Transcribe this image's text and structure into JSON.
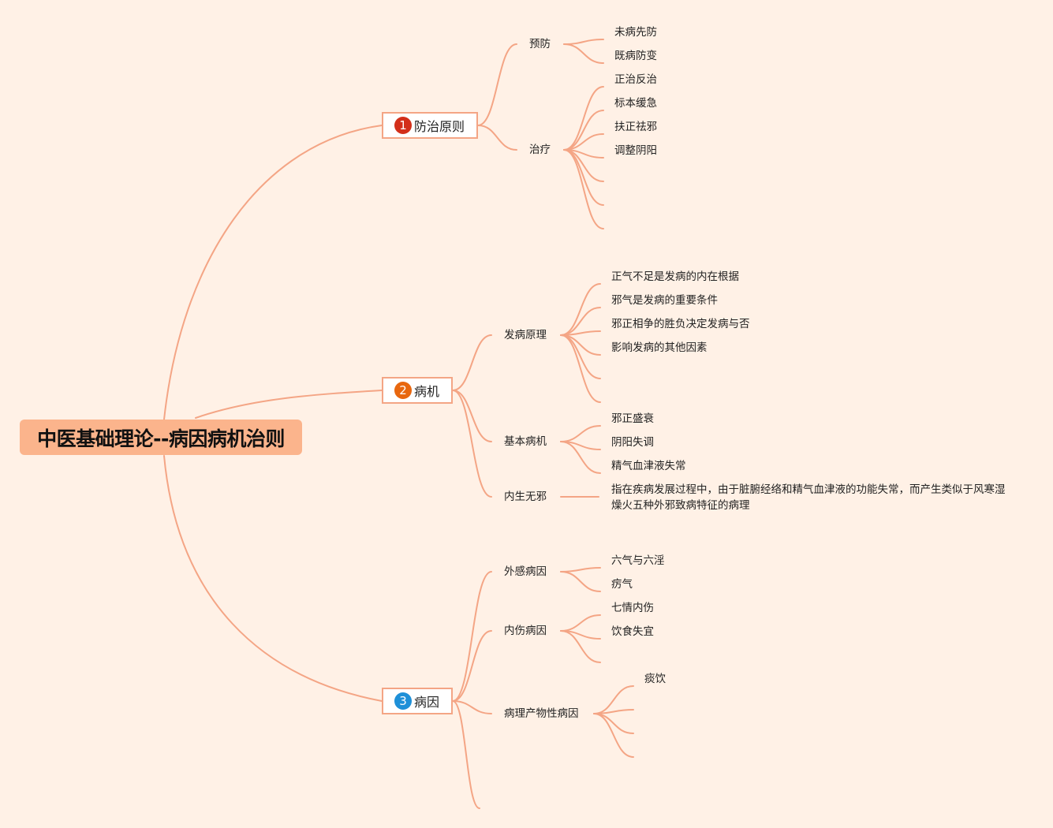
{
  "root": {
    "title": "中医基础理论--病因病机治则"
  },
  "colors": {
    "line": "#f4a585",
    "root_bg": "#fbb48c",
    "badge1": "#d32f1a",
    "badge2": "#e8670f",
    "badge3": "#1e90d8"
  },
  "branches": [
    {
      "badge": "1",
      "label": "防治原则",
      "subs": [
        {
          "label": "预防",
          "leaves": [
            "未病先防",
            "既病防变"
          ]
        },
        {
          "label": "治疗",
          "leaves": [
            "正治反治",
            "标本缓急",
            "扶正祛邪",
            "调整阴阳",
            "",
            "",
            ""
          ]
        }
      ]
    },
    {
      "badge": "2",
      "label": "病机",
      "subs": [
        {
          "label": "发病原理",
          "leaves": [
            "正气不足是发病的内在根据",
            "邪气是发病的重要条件",
            "邪正相争的胜负决定发病与否",
            "影响发病的其他因素",
            "",
            ""
          ]
        },
        {
          "label": "基本病机",
          "leaves": [
            "邪正盛衰",
            "阴阳失调",
            "精气血津液失常"
          ]
        },
        {
          "label": "内生无邪",
          "leaves": [
            "指在疾病发展过程中，由于脏腑经络和精气血津液的功能失常，而产生类似于风寒湿燥火五种外邪致病特征的病理"
          ]
        }
      ]
    },
    {
      "badge": "3",
      "label": "病因",
      "subs": [
        {
          "label": "外感病因",
          "leaves": [
            "六气与六淫",
            "疠气"
          ]
        },
        {
          "label": "内伤病因",
          "leaves": [
            "七情内伤",
            "饮食失宜",
            ""
          ]
        },
        {
          "label": "病理产物性病因",
          "leaves": [
            "痰饮",
            "",
            "",
            ""
          ]
        },
        {
          "label": "",
          "leaves": []
        }
      ]
    }
  ]
}
